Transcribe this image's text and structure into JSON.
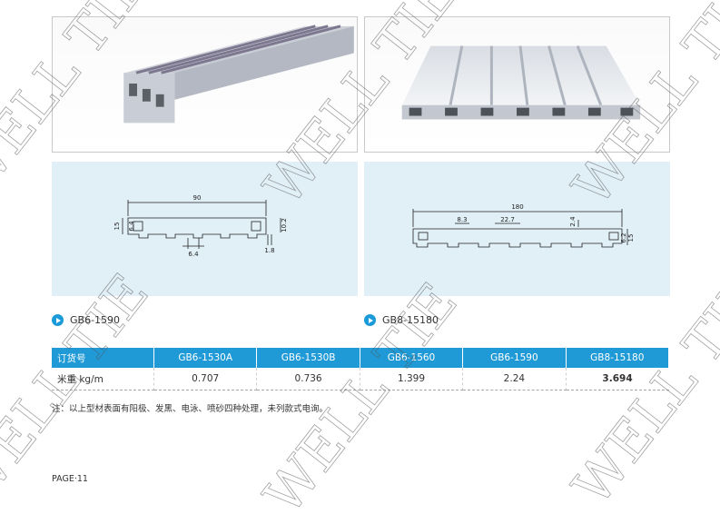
{
  "products": [
    {
      "caption": "GB6-1590",
      "dimensions": {
        "width": "90",
        "height": "15",
        "slot_a": "6.4",
        "slot_b": "6.4",
        "right_height": "10.2",
        "right_small": "1.8"
      }
    },
    {
      "caption": "GB8-15180",
      "dimensions": {
        "width": "180",
        "slot_width": "8.3",
        "slot_top": "22.7",
        "small_a": "2.4",
        "height": "15",
        "small_b": "6.2"
      }
    }
  ],
  "table": {
    "header_label": "订货号",
    "columns": [
      "GB6-1530A",
      "GB6-1530B",
      "GB6-1560",
      "GB6-1590",
      "GB8-15180"
    ],
    "row_label": "米重 kg/m",
    "values": [
      "0.707",
      "0.736",
      "1.399",
      "2.24",
      "3.694"
    ]
  },
  "note": "注：以上型材表面有阳极、发黑、电泳、喷砂四种处理，未列款式电询。",
  "page_label": "PAGE·11",
  "watermark": "WELL TIE",
  "colors": {
    "accent": "#1f9ad7",
    "drawing_bg": "#e1eff7"
  }
}
